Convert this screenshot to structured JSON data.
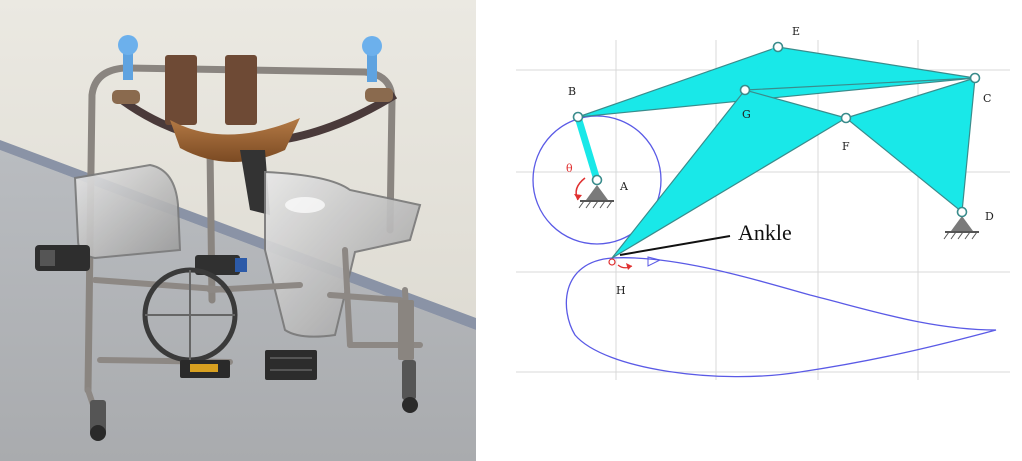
{
  "figure": {
    "photo": {
      "subject": "gait-rehabilitation-walker-photo"
    },
    "diagram": {
      "joint_labels": {
        "A": "A",
        "B": "B",
        "C": "C",
        "D": "D",
        "E": "E",
        "F": "F",
        "G": "G",
        "H": "H"
      },
      "ankle_label": "Ankle",
      "input_angle_symbol": "θ",
      "colors": {
        "link_fill": "#19e8e8",
        "link_stroke": "#3a8c8c",
        "trajectory": "#5a5ae6",
        "grid": "#d9d9d9",
        "ground": "#7a7a7a",
        "marker": "#e03030"
      }
    }
  }
}
